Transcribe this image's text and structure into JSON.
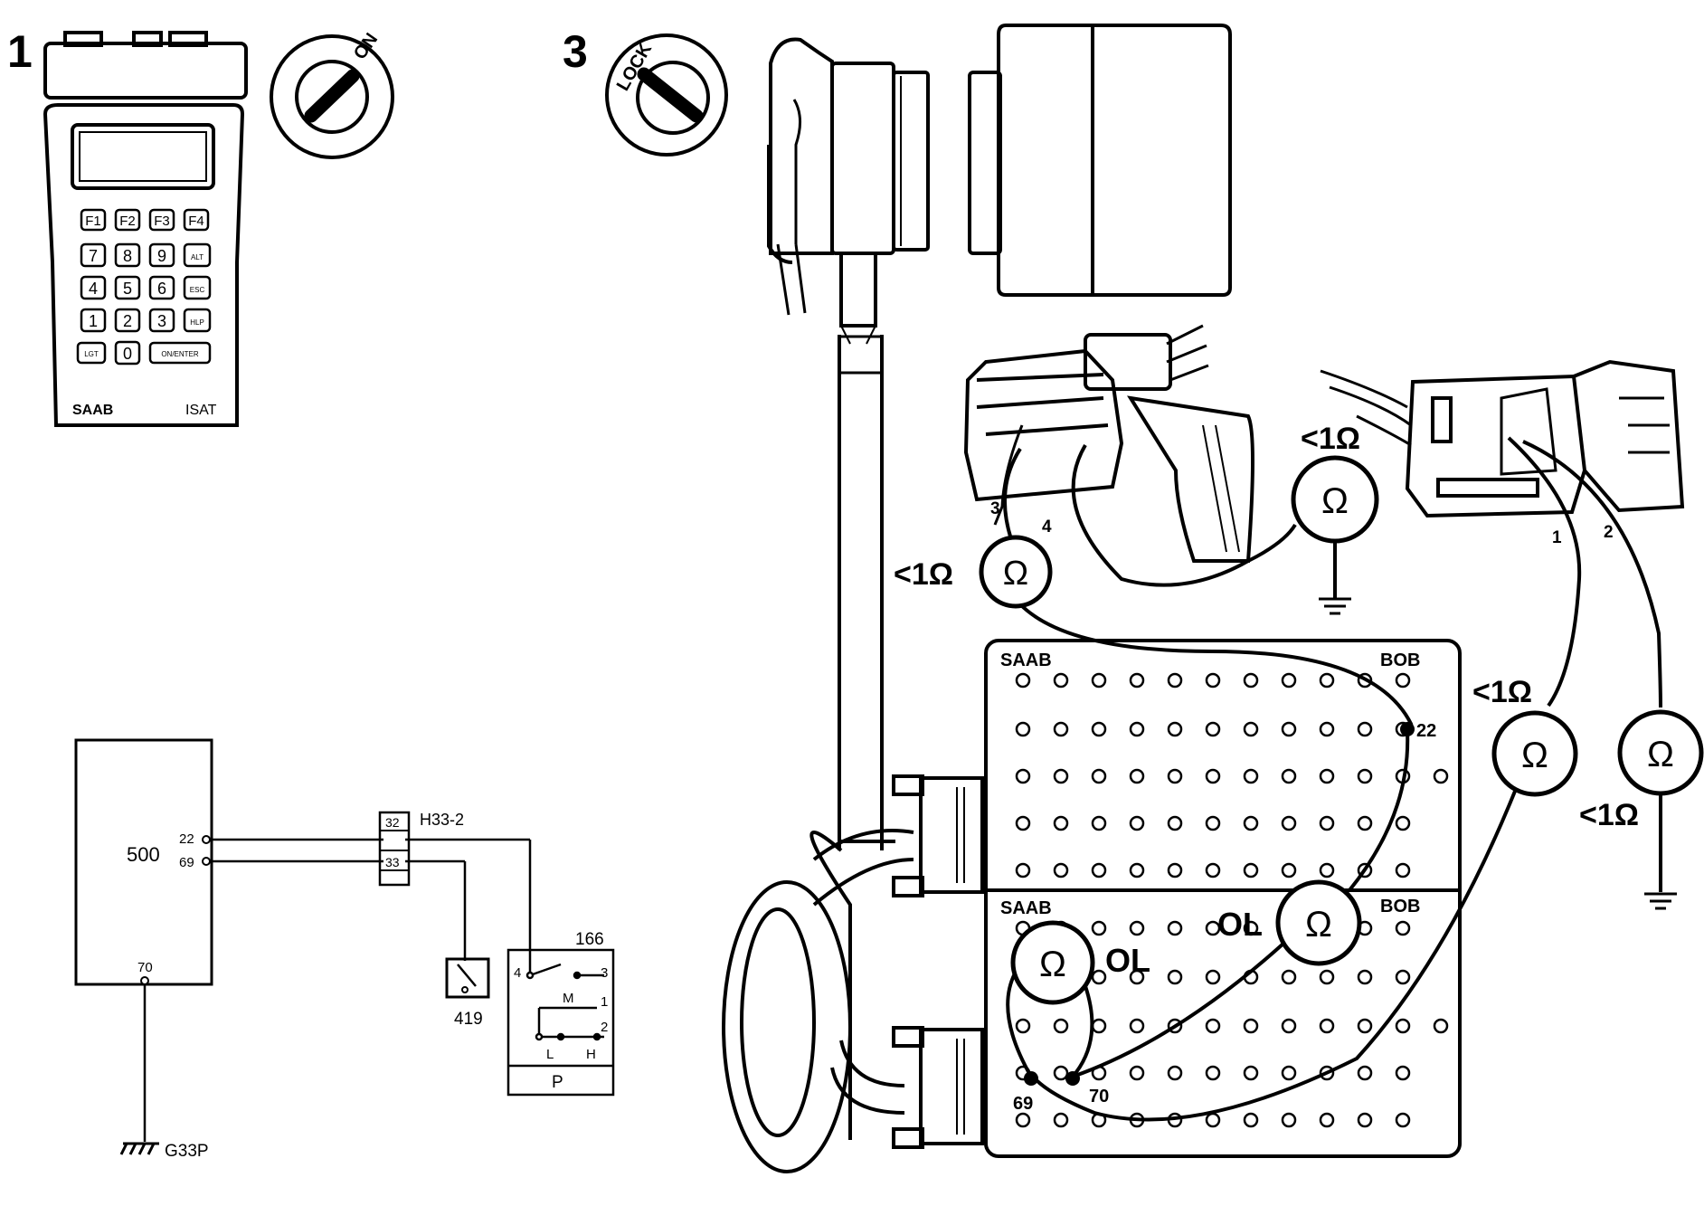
{
  "step_numbers": {
    "step1": "1",
    "step3": "3"
  },
  "ignition": {
    "on_label": "ON",
    "lock_label": "LOCK"
  },
  "tester": {
    "brand": "SAAB",
    "model": "ISAT",
    "keys": {
      "f1": "F1",
      "f2": "F2",
      "f3": "F3",
      "f4": "F4",
      "k7": "7",
      "k8": "8",
      "k9": "9",
      "alt": "ALT",
      "k4": "4",
      "k5": "5",
      "k6": "6",
      "esc": "ESC",
      "k1": "1",
      "k2": "2",
      "k3": "3",
      "hlp": "HLP",
      "lgt": "LGT",
      "k0": "0",
      "enter": "ON/ENTER"
    }
  },
  "schematic": {
    "ecu_label": "500",
    "ecu_pin_22": "22",
    "ecu_pin_69": "69",
    "ecu_pin_70": "70",
    "connector_label": "H33-2",
    "connector_pin_32": "32",
    "connector_pin_33": "33",
    "sensor_label": "419",
    "switch_label": "166",
    "switch_pin_4": "4",
    "switch_pin_3": "3",
    "switch_pin_1": "1",
    "switch_pin_2": "2",
    "switch_m": "M",
    "switch_l": "L",
    "switch_h": "H",
    "switch_p": "P",
    "ground_label": "G33P"
  },
  "connectors": {
    "left_pin_3": "3",
    "left_pin_4": "4",
    "right_pin_1": "1",
    "right_pin_2": "2"
  },
  "breakout_box": {
    "upper_brand": "SAAB",
    "upper_tag": "BOB",
    "lower_brand": "SAAB",
    "lower_tag": "BOB",
    "pin_22": "22",
    "pin_69": "69",
    "pin_70": "70"
  },
  "measurements": {
    "ohm_symbol": "Ω",
    "m1_value": "<1Ω",
    "m2_value": "<1Ω",
    "m3_value": "<1Ω",
    "m4_value": "<1Ω",
    "m5_value": "OL",
    "m6_value": "OL"
  }
}
